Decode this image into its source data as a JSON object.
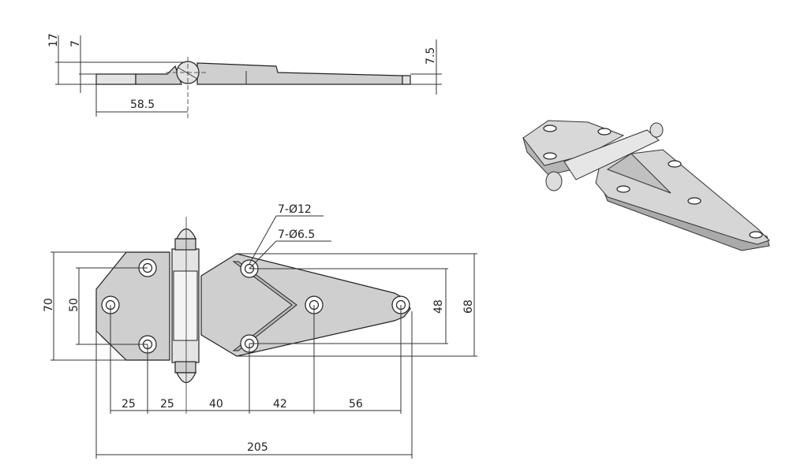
{
  "side_view": {
    "dims": {
      "overall_height": "17",
      "plate_thickness": "7",
      "end_thickness": "7.5",
      "pin_offset": "58.5"
    }
  },
  "front_view": {
    "callouts": {
      "counterbore": "7-Ø12",
      "hole": "7-Ø6.5"
    },
    "dims": {
      "height_left": "70",
      "hole_spacing_left": "50",
      "hole_spacing_right": "48",
      "height_right": "68",
      "x1": "25",
      "x2": "25",
      "x3": "40",
      "x4": "42",
      "x5": "56",
      "overall_length": "205"
    }
  }
}
